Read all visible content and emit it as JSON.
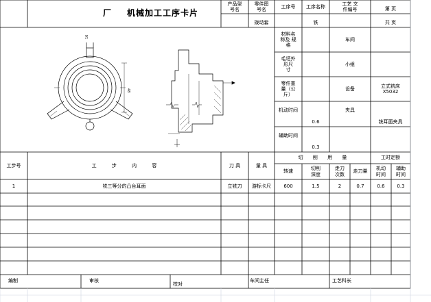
{
  "header": {
    "factory": "厂",
    "title": "机械加工工序卡片",
    "product_model_label": "产品型\n号名",
    "part_drawing_label": "零件图\n号名",
    "part_name_value": "拨动套",
    "process_no_label": "工序号",
    "process_name_label": "工序名称",
    "process_name_value": "铁",
    "craft_file_label": "工艺 文\n件编号",
    "page_label": "第 页",
    "total_label": "共 页"
  },
  "info": {
    "material_label": "材料名\n称及 规\n格",
    "workshop_label": "车间",
    "blank_size_label": "毛坯外\n形尺\n寸",
    "group_label": "小组",
    "part_weight_label": "零件重\n量（公\n斤）",
    "equipment_label": "设备",
    "equipment_value": "立式铣床\nX5032",
    "machine_time_label": "机动时间",
    "machine_time_value": "0.6",
    "fixture_label": "夹具",
    "fixture_value": "铣耳面夹具",
    "aux_time_label": "辅助时间",
    "aux_time_value": "0.3"
  },
  "table": {
    "headers": {
      "step_no": "工步号",
      "step_content": "工 步 内 容",
      "tool": "刀 具",
      "gauge": "量 具",
      "cutting_usage": "切 削 用 量",
      "time_quota": "工时定额",
      "speed": "转速",
      "cut_depth": "切削\n深度",
      "passes": "走刀\n次数",
      "feed": "走刀量",
      "machine_time": "机动\n时间",
      "aux_time": "辅助\n时间"
    },
    "rows": [
      {
        "step_no": "1",
        "content": "铣三等分的凸台耳面",
        "tool": "立铣刀",
        "gauge": "游标卡尺",
        "speed": "600",
        "cut_depth": "1.5",
        "passes": "2",
        "feed": "0.7",
        "machine_time": "0.6",
        "aux_time": "0.3"
      }
    ]
  },
  "footer": {
    "compiled": "编制",
    "reviewed": "审核",
    "proofread": "校对",
    "workshop_head": "车间主任",
    "craft_dept": "工艺科长"
  },
  "drawing": {
    "dim_top": "16",
    "dim_side": "48"
  }
}
